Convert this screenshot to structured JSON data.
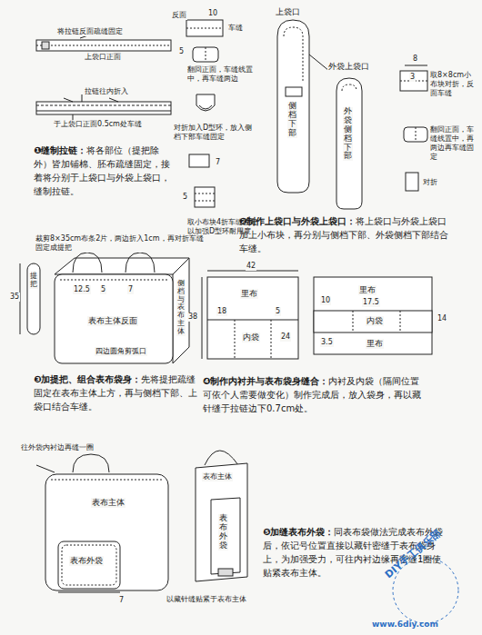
{
  "diagram": {
    "labels": [
      "将拉链反面疏缝固定",
      "上袋口正面",
      "拉链往内折入",
      "于上袋口正面0.5cm处车缝",
      "❶缝制拉链：将各部位（提把除外）皆加铺棉、胚布疏缝固定，接着将分别于上袋口与外袋上袋口，缝制拉链。",
      "反面",
      "10",
      "车缝",
      "5",
      "翻回正面，车缝线置中，再车缝两边",
      "对折加入D型环，放入侧档下部车缝固定",
      "7",
      "5",
      "取小布块4折车缝固定，以加强D型环耐用度",
      "上袋口",
      "侧档下部",
      "外袋上袋口",
      "外袋侧档下部",
      "3",
      "8",
      "取8×8cm小布块对折，反面车缝",
      "翻回正面，车缝线置中，再两边再车缝固定",
      "对折",
      "❷制作上袋口与外袋上袋口：将上袋口与外袋上袋口加上小布块，再分别与侧档下部、外袋侧档下部结合车缝。",
      "裁剪8×35cm布条2片，两边折入1cm，再对折车缝固定成提把",
      "35",
      "提把",
      "12.5",
      "5",
      "7",
      "表布主体反面",
      "侧档与表布主体",
      "四边圆角剪弧口",
      "❸加提把、组合表布袋身：先将提把疏缝固定在表布主体上方，再与侧档下部、上袋口结合车缝。",
      "42",
      "里布",
      "38",
      "18",
      "5",
      "内袋",
      "24",
      "里布",
      "10",
      "17.5",
      "内袋",
      "3.5",
      "14",
      "里布",
      "❹制作内衬并与表布袋身缝合：内衬及内袋（隔间位置可依个人需要做变化）制作完成后，放入袋身，再以藏针缝于拉链边下0.7cm处。",
      "往外袋内衬边再缝一圈",
      "表布主体",
      "表布外袋",
      "7",
      "表布主体",
      "表布外袋",
      "以藏针缝贴紧于表布主体",
      "❺加缝表布外袋：同表布袋做法完成表布外袋后，依记号位置直接以藏针密缝于表布袋身上，为加强受力，可往内衬边缘再密缝1圈使贴紧表布主体。",
      "DIY手工俱乐部",
      "www.6diy.com"
    ]
  }
}
